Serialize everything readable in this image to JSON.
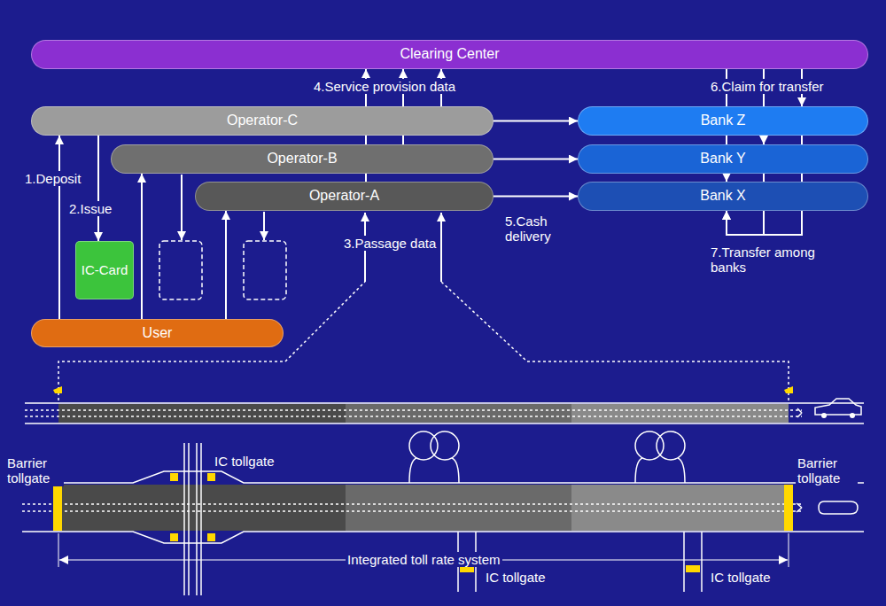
{
  "diagram": {
    "nodes": [
      {
        "text": [
          "Clearing Center"
        ]
      },
      {
        "text": [
          "Operator-C"
        ]
      },
      {
        "text": [
          "Operator-B"
        ]
      },
      {
        "text": [
          "Operator-A"
        ]
      },
      {
        "text": [
          "Bank Z"
        ]
      },
      {
        "text": [
          "Bank Y"
        ]
      },
      {
        "text": [
          "Bank X"
        ]
      },
      {
        "text": [
          "IC-Card"
        ]
      },
      {
        "text": [
          "User"
        ]
      }
    ],
    "edges": [
      {
        "from": 8,
        "to": 1,
        "arrow": "to",
        "label": "1.Deposit"
      },
      {
        "from": 1,
        "to": 7,
        "arrow": "to",
        "label": "2.Issue"
      },
      {
        "from": 8,
        "to": 2,
        "arrow": "to"
      },
      {
        "from": 8,
        "to": 3,
        "arrow": "to"
      },
      {
        "from": 3,
        "to": 0,
        "arrow": "to",
        "label": "4.Service provision data"
      },
      {
        "from": 2,
        "to": 0,
        "arrow": "to"
      },
      {
        "from": 1,
        "to": 0,
        "arrow": "to"
      },
      {
        "from": 1,
        "to": 4,
        "arrow": "to"
      },
      {
        "from": 2,
        "to": 5,
        "arrow": "to"
      },
      {
        "from": 3,
        "to": 6,
        "arrow": "to",
        "label": "5.Cash delivery"
      },
      {
        "from": 0,
        "to": 6,
        "arrow": "to",
        "label": "6.Claim for transfer"
      },
      {
        "from": 0,
        "to": 5,
        "arrow": "to"
      },
      {
        "from": 0,
        "to": 4,
        "arrow": "to"
      },
      {
        "from": 5,
        "to": 6,
        "arrow": "to",
        "label": "7.Transfer among banks"
      },
      {
        "from": 4,
        "to": 6,
        "arrow": "to"
      }
    ],
    "labels": [
      "3.Passage data",
      "Barrier tollgate",
      "IC tollgate",
      "IC tollgate",
      "IC tollgate",
      "Barrier tollgate",
      "Integrated toll rate system"
    ]
  }
}
